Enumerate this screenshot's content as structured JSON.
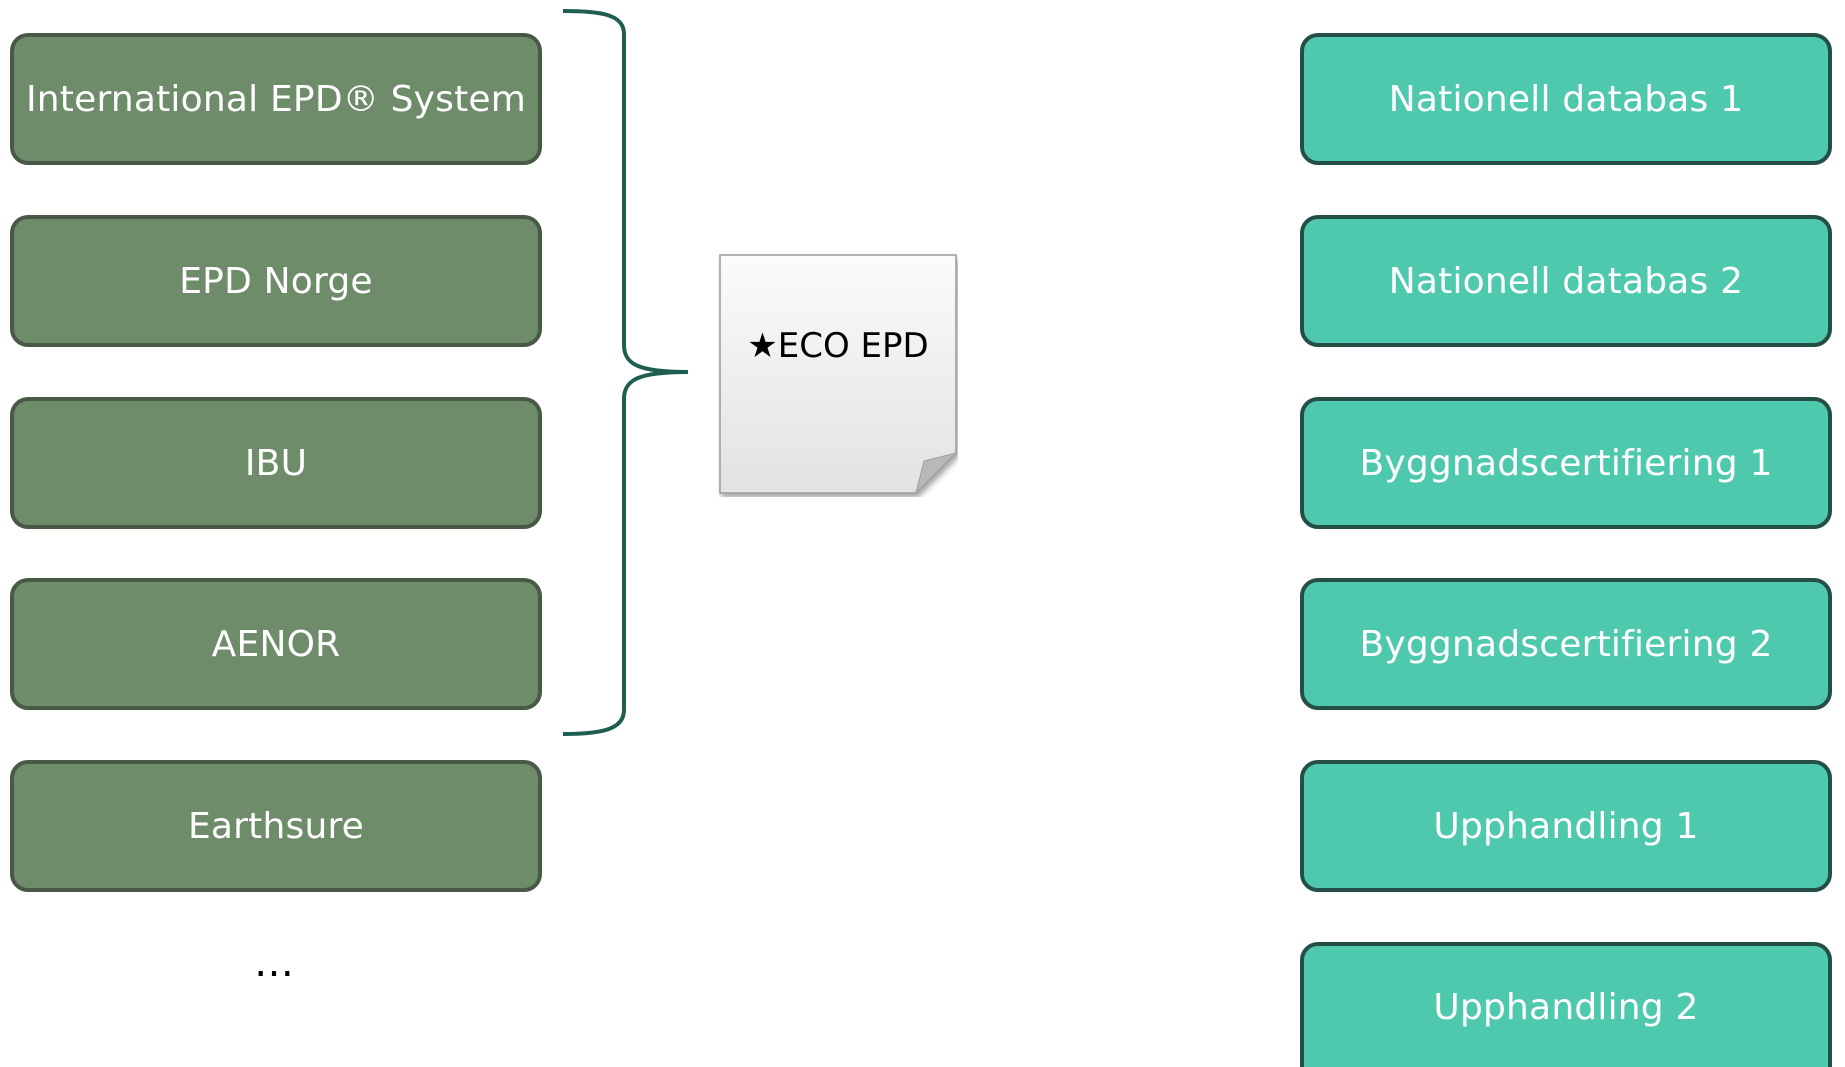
{
  "sources": [
    {
      "label": "International EPD® System"
    },
    {
      "label": "EPD Norge"
    },
    {
      "label": "IBU"
    },
    {
      "label": "AENOR"
    },
    {
      "label": "Earthsure"
    }
  ],
  "sources_more": "…",
  "document": {
    "label": "ECO EPD",
    "star": "★",
    "icon": "document-page-icon"
  },
  "targets": [
    {
      "label": "Nationell databas 1"
    },
    {
      "label": "Nationell databas 2"
    },
    {
      "label": "Byggnadscertifiering 1"
    },
    {
      "label": "Byggnadscertifiering 2"
    },
    {
      "label": "Upphandling 1"
    },
    {
      "label": "Upphandling 2"
    }
  ],
  "colors": {
    "source_fill": "#6e8b6a",
    "source_border": "#485a46",
    "target_fill": "#4ec9ad",
    "target_border": "#234f47",
    "bracket": "#1f5f52"
  }
}
